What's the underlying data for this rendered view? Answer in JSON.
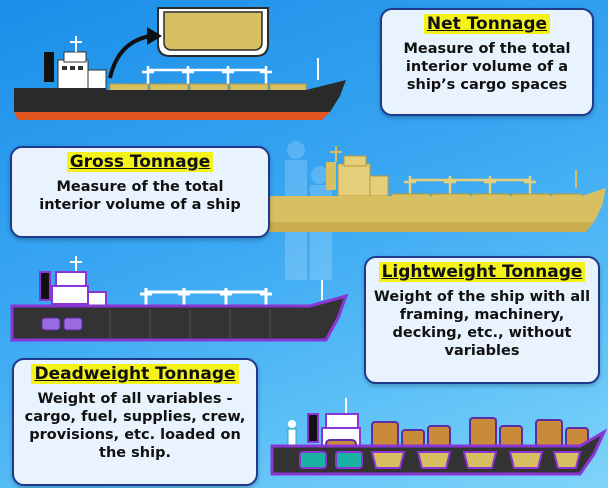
{
  "cards": {
    "net": {
      "title": "Net Tonnage",
      "desc": "Measure of the total interior volume of a ship’s cargo spaces"
    },
    "gross": {
      "title": "Gross Tonnage",
      "desc": "Measure of the total interior volume of a ship"
    },
    "lightweight": {
      "title": "Lightweight Tonnage",
      "desc": "Weight of the ship with all framing, machinery, decking, etc., without variables"
    },
    "deadweight": {
      "title": "Deadweight Tonnage",
      "desc": "Weight of all variables - cargo, fuel, supplies, crew, provisions, etc. loaded on the ship."
    }
  },
  "colors": {
    "background": "#2f9cf0",
    "card_border": "#1f3a8a",
    "title_highlight": "#f3f21a",
    "hull_dark": "#2a2a2a",
    "hull_red": "#e2541d",
    "cargo_gold": "#d8bf62",
    "hull_purple": "#8a35d6",
    "hull_teal": "#1ab3a3"
  }
}
